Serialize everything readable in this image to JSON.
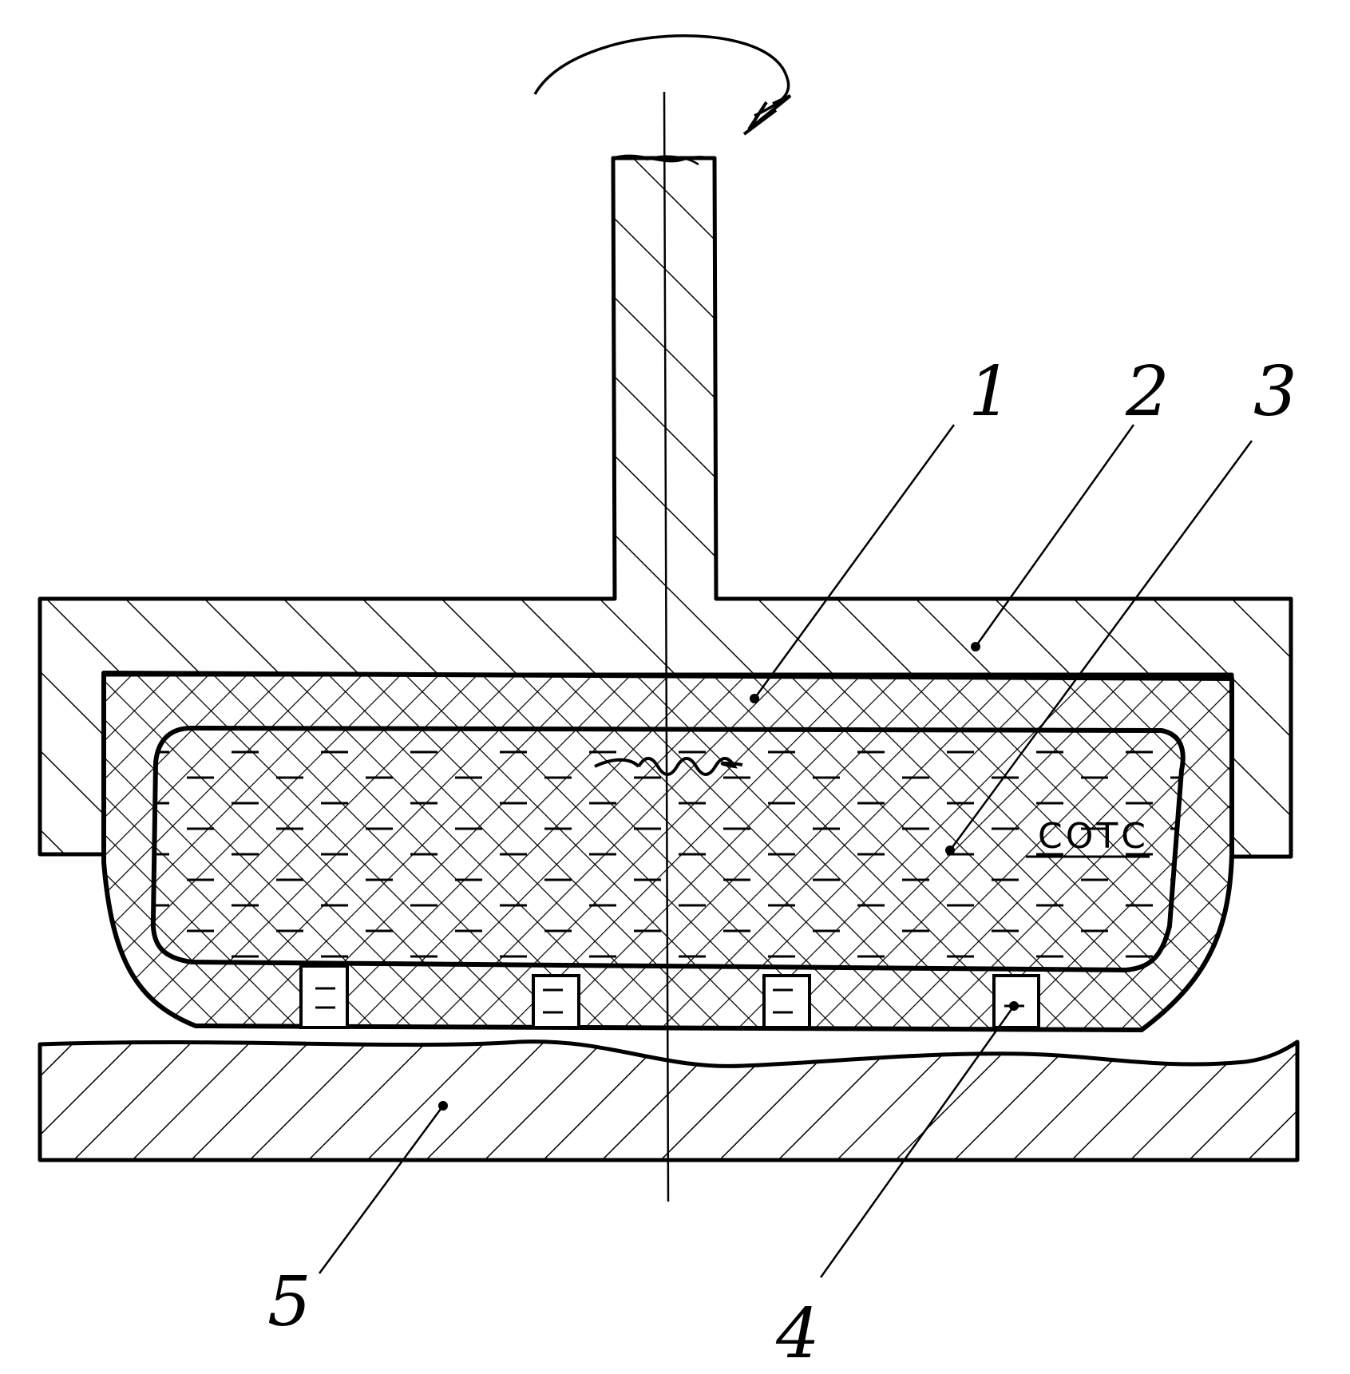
{
  "diagram": {
    "callouts": [
      {
        "id": "1",
        "text": "1"
      },
      {
        "id": "2",
        "text": "2"
      },
      {
        "id": "3",
        "text": "3"
      },
      {
        "id": "4",
        "text": "4"
      },
      {
        "id": "5",
        "text": "5"
      }
    ],
    "liquid_label": "СОТС",
    "colors": {
      "ink": "#000000",
      "background": "#ffffff"
    }
  }
}
